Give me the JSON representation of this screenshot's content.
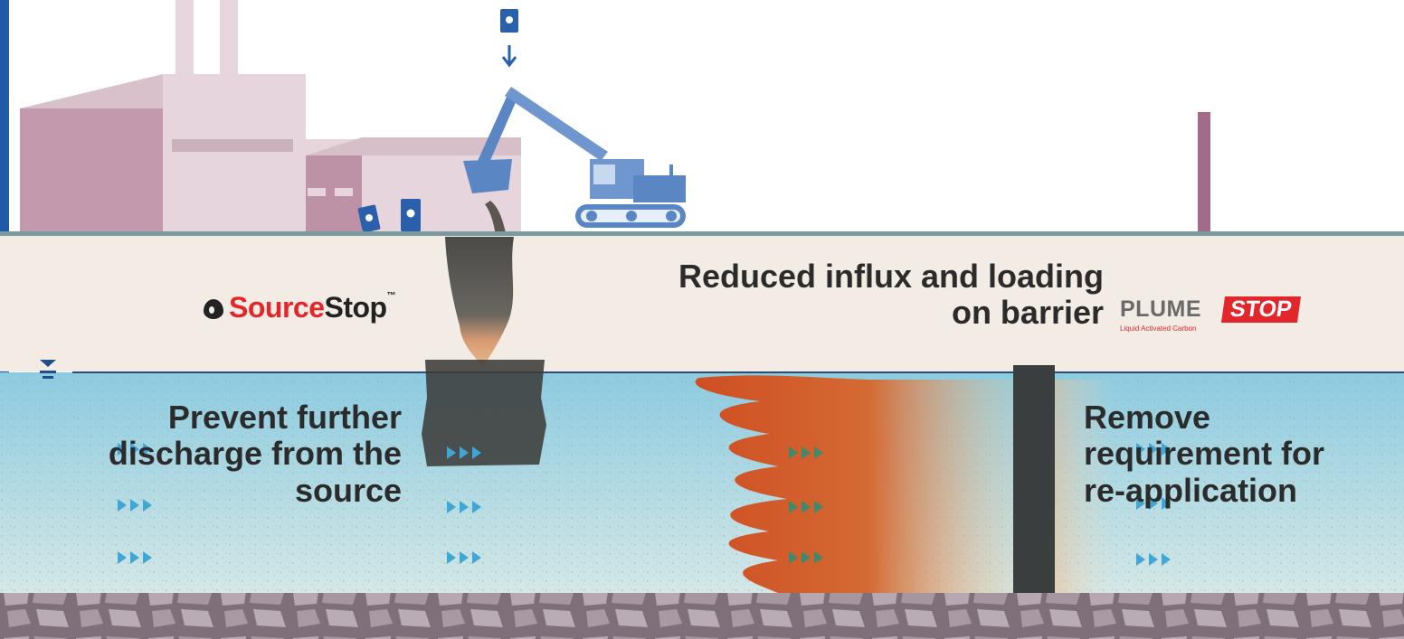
{
  "labels": {
    "prevent": [
      "Prevent further",
      "discharge from the",
      "source"
    ],
    "reduced": [
      "Reduced influx and loading",
      "on barrier"
    ],
    "remove": [
      "Remove",
      "requirement for",
      "re-application"
    ]
  },
  "logos": {
    "sourcestop": {
      "part1": "Source",
      "part2": "Stop",
      "tm": "™"
    },
    "plumestop": {
      "plume": "PLUME",
      "stop": "STOP",
      "tagline": "Liquid Activated Carbon"
    }
  },
  "colors": {
    "sky": "#ffffff",
    "soil": "#f2ece4",
    "water": "#a9d4df",
    "bedrock": "#a394a0",
    "frame": "#1f5aa8",
    "factory": "#c9a7b6",
    "excavator": "#5a86c4",
    "plume": "#d0592a",
    "flow_arrows": "#3fa6d6",
    "accent_red": "#e3262c"
  }
}
